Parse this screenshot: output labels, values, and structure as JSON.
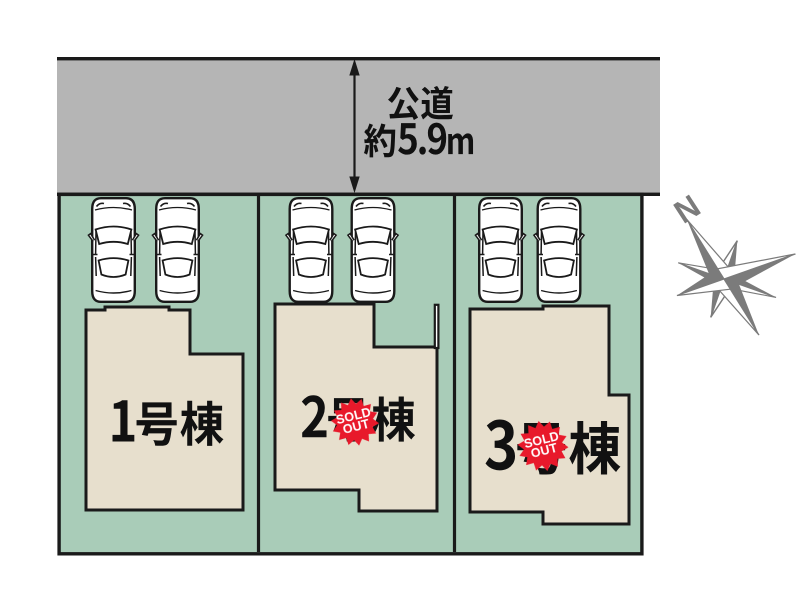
{
  "road": {
    "name": "公道",
    "width_label": "約5.9m"
  },
  "units": [
    {
      "name": "1号棟",
      "sold_out": false
    },
    {
      "name": "2号棟",
      "sold_out": true
    },
    {
      "name": "3号棟",
      "sold_out": true
    }
  ],
  "parking": {
    "cars_per_unit": 2,
    "total_cars": 6
  },
  "sold_out_badge": {
    "line1": "SOLD",
    "line2": "OUT"
  },
  "compass": {
    "north_label": "N"
  },
  "colors": {
    "road": "#b5b5b5",
    "site": "#a9ccb8",
    "house": "#e7dfcd",
    "line": "#1a1a1a",
    "badge": "#e8192b",
    "badge-text": "#ffffff",
    "compass": "#7b7b7b",
    "car": "#ffffff",
    "label": "#111111"
  }
}
